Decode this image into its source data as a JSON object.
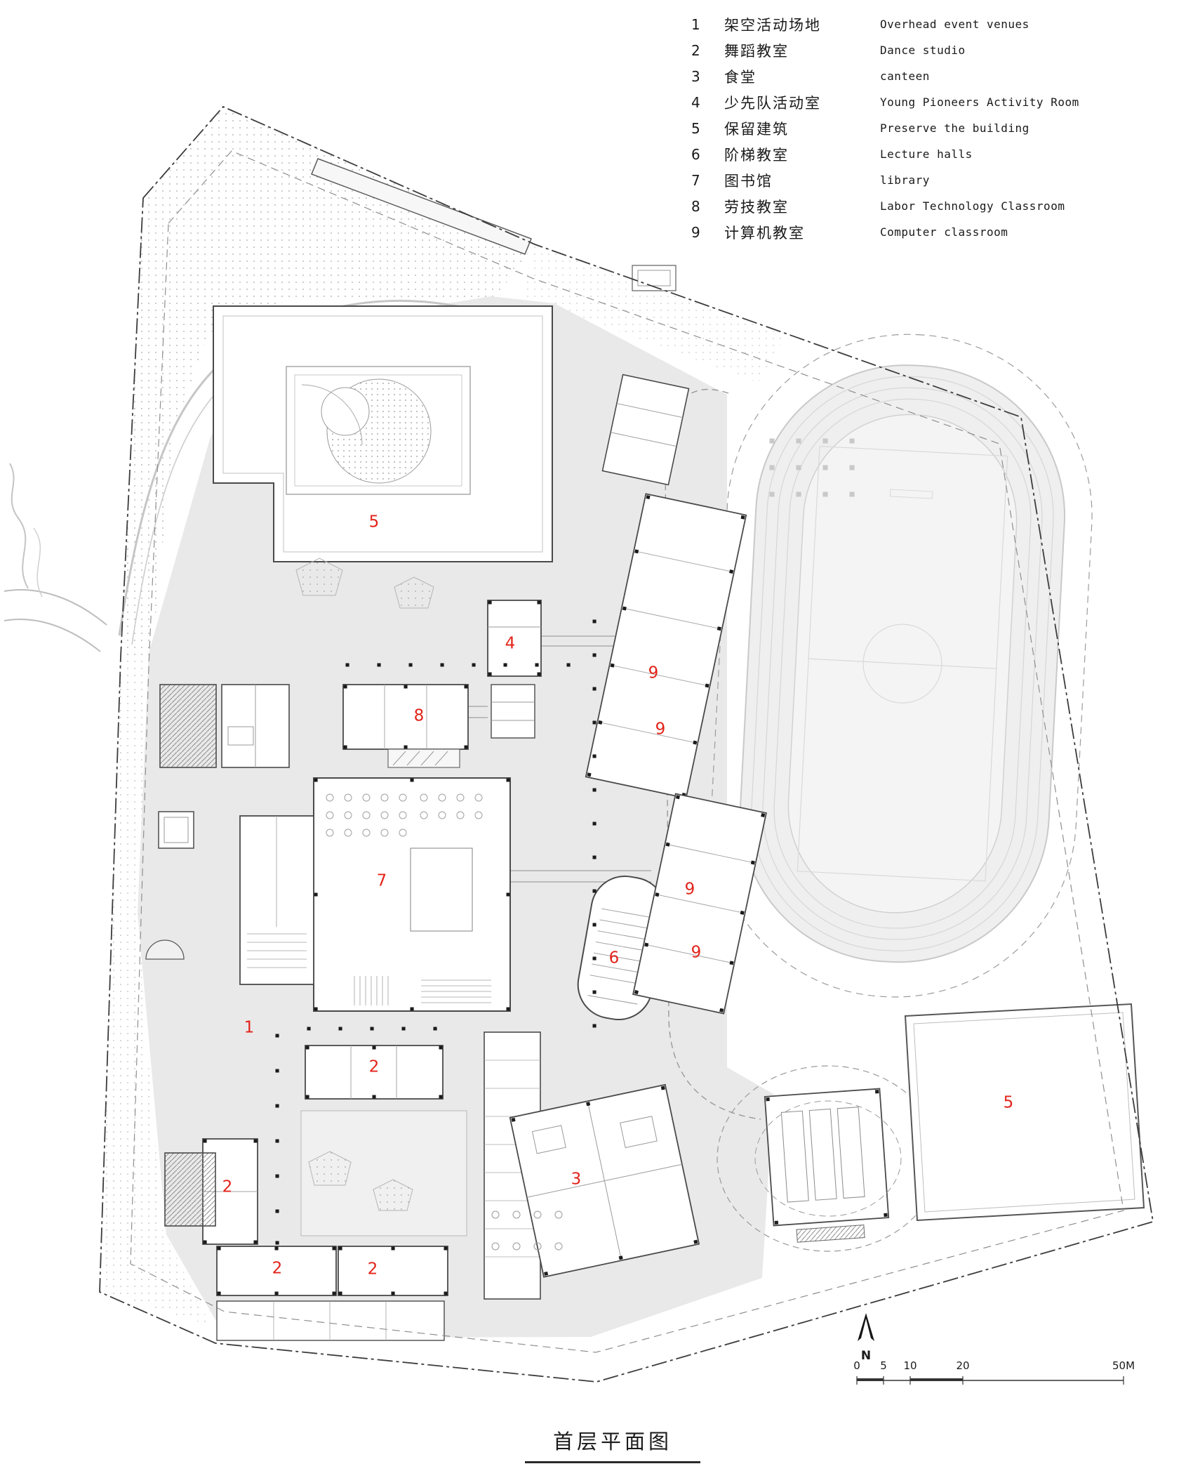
{
  "page": {
    "title": "首层平面图",
    "north_label": "N"
  },
  "colors": {
    "label_red": "#e2231a"
  },
  "legend": {
    "items": [
      {
        "num": "1",
        "zh": "架空活动场地",
        "en": "Overhead event venues"
      },
      {
        "num": "2",
        "zh": "舞蹈教室",
        "en": "Dance studio"
      },
      {
        "num": "3",
        "zh": "食堂",
        "en": "canteen"
      },
      {
        "num": "4",
        "zh": "少先队活动室",
        "en": "Young Pioneers Activity Room"
      },
      {
        "num": "5",
        "zh": "保留建筑",
        "en": "Preserve the building"
      },
      {
        "num": "6",
        "zh": "阶梯教室",
        "en": "Lecture halls"
      },
      {
        "num": "7",
        "zh": "图书馆",
        "en": "library"
      },
      {
        "num": "8",
        "zh": "劳技教室",
        "en": "Labor Technology Classroom"
      },
      {
        "num": "9",
        "zh": "计算机教室",
        "en": "Computer classroom"
      }
    ]
  },
  "plan_labels": [
    {
      "text": "5"
    },
    {
      "text": "4"
    },
    {
      "text": "8"
    },
    {
      "text": "9"
    },
    {
      "text": "9"
    },
    {
      "text": "9"
    },
    {
      "text": "9"
    },
    {
      "text": "7"
    },
    {
      "text": "6"
    },
    {
      "text": "1"
    },
    {
      "text": "2"
    },
    {
      "text": "2"
    },
    {
      "text": "2"
    },
    {
      "text": "2"
    },
    {
      "text": "3"
    },
    {
      "text": "5"
    }
  ],
  "scale_bar": {
    "labels": [
      "0",
      "5",
      "10",
      "20",
      "50M"
    ]
  }
}
